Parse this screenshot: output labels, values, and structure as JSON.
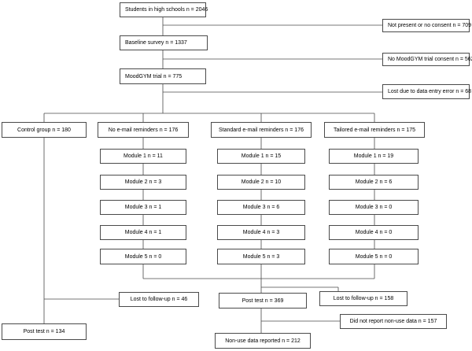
{
  "students": "Students in high schools n = 2046",
  "excluded_1": "Not present or no consent n = 709",
  "baseline": "Baseline survey n = 1337",
  "excluded_2": "No MoodGYM trial consent n = 562",
  "trial": "MoodGYM trial n = 775",
  "excluded_3": "Lost due to data entry error n = 68",
  "arms": {
    "control": {
      "header": "Control group n = 180",
      "post_test": "Post test n = 134"
    },
    "no_reminders": {
      "header": "No e-mail reminders n = 176",
      "modules": [
        "Module 1 n = 11",
        "Module 2 n = 3",
        "Module 3 n = 1",
        "Module 4 n = 1",
        "Module 5 n = 0"
      ]
    },
    "standard": {
      "header": "Standard e-mail reminders n = 176",
      "modules": [
        "Module 1 n = 15",
        "Module 2 n = 10",
        "Module 3 n = 6",
        "Module 4 n = 3",
        "Module 5 n = 3"
      ]
    },
    "tailored": {
      "header": "Tailored e-mail reminders n = 175",
      "modules": [
        "Module 1 n = 19",
        "Module 2 n = 6",
        "Module 3 n = 0",
        "Module 4 n = 0",
        "Module 5 n = 0"
      ]
    }
  },
  "lost_control": "Lost to follow-up n = 46",
  "lost_intervention": "Lost to follow-up n = 158",
  "post_test_intervention": "Post test n = 369",
  "no_report": "Did not report non-use data n = 157",
  "non_use": "Non-use data reported n = 212"
}
